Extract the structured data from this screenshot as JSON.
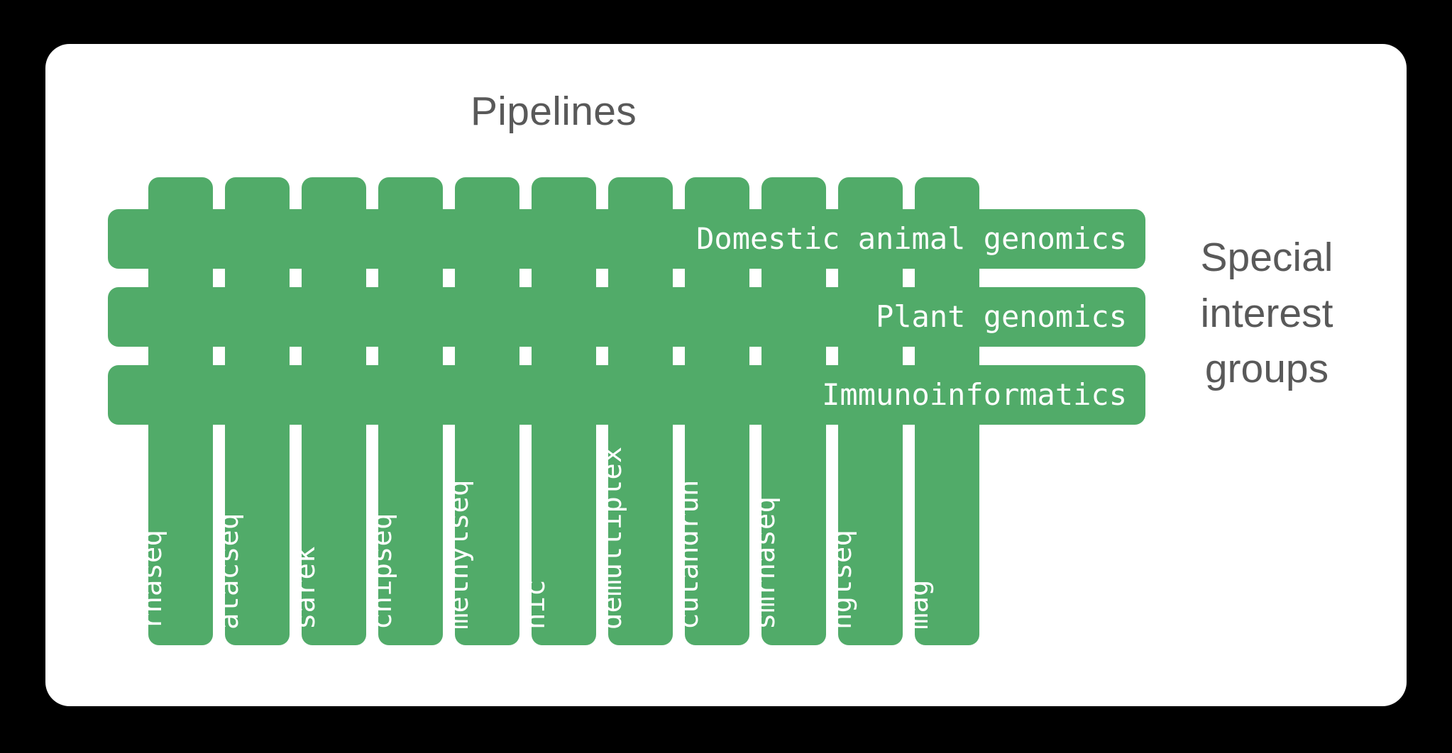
{
  "card": {
    "background_color": "#ffffff",
    "page_background_color": "#000000"
  },
  "headings": {
    "pipelines_title": "Pipelines",
    "sig_title_line1": "Special",
    "sig_title_line2": "interest",
    "sig_title_line3": "groups",
    "text_color": "#595959"
  },
  "colors": {
    "bar_green": "#51ab69",
    "bar_label_text": "#ffffff"
  },
  "pipelines": [
    {
      "label": "rnaseq"
    },
    {
      "label": "atacseq"
    },
    {
      "label": "sarek"
    },
    {
      "label": "chipseq"
    },
    {
      "label": "methylseq"
    },
    {
      "label": "hic"
    },
    {
      "label": "demultiplex"
    },
    {
      "label": "cutandrun"
    },
    {
      "label": "smrnaseq"
    },
    {
      "label": "hgtseq"
    },
    {
      "label": "mag"
    }
  ],
  "special_interest_groups": [
    {
      "label": "Domestic animal genomics"
    },
    {
      "label": "Plant genomics"
    },
    {
      "label": "Immunoinformatics"
    }
  ]
}
